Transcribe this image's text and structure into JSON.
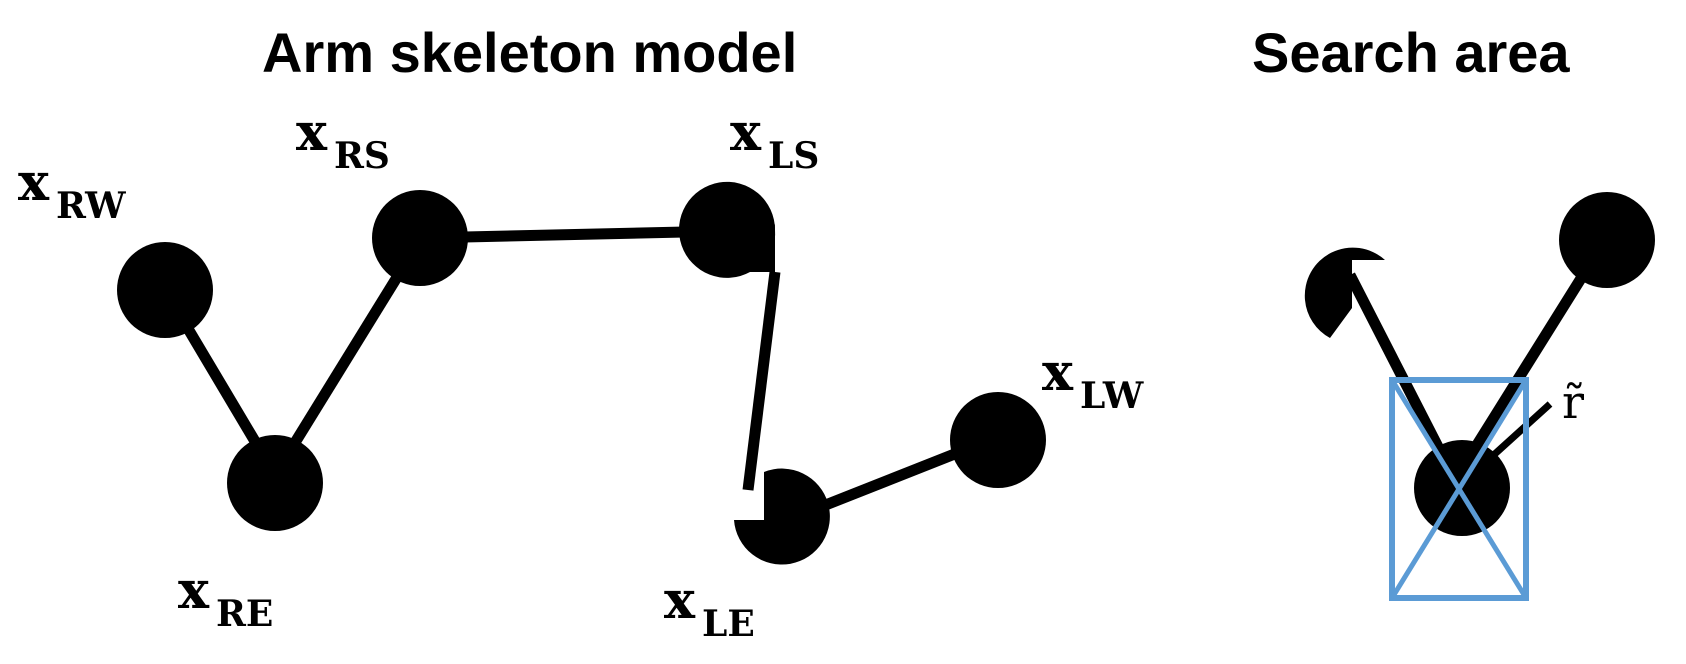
{
  "titles": {
    "left": "Arm skeleton model",
    "right": "Search area"
  },
  "labels": {
    "rw": {
      "main": "x",
      "sub": "RW"
    },
    "rs": {
      "main": "x",
      "sub": "RS"
    },
    "ls": {
      "main": "x",
      "sub": "LS"
    },
    "re": {
      "main": "x",
      "sub": "RE"
    },
    "le": {
      "main": "x",
      "sub": "LE"
    },
    "lw": {
      "main": "x",
      "sub": "LW"
    },
    "radius": "r̃"
  },
  "colors": {
    "joint": "#000000",
    "bone": "#000000",
    "search_box": "#5b9bd5"
  }
}
